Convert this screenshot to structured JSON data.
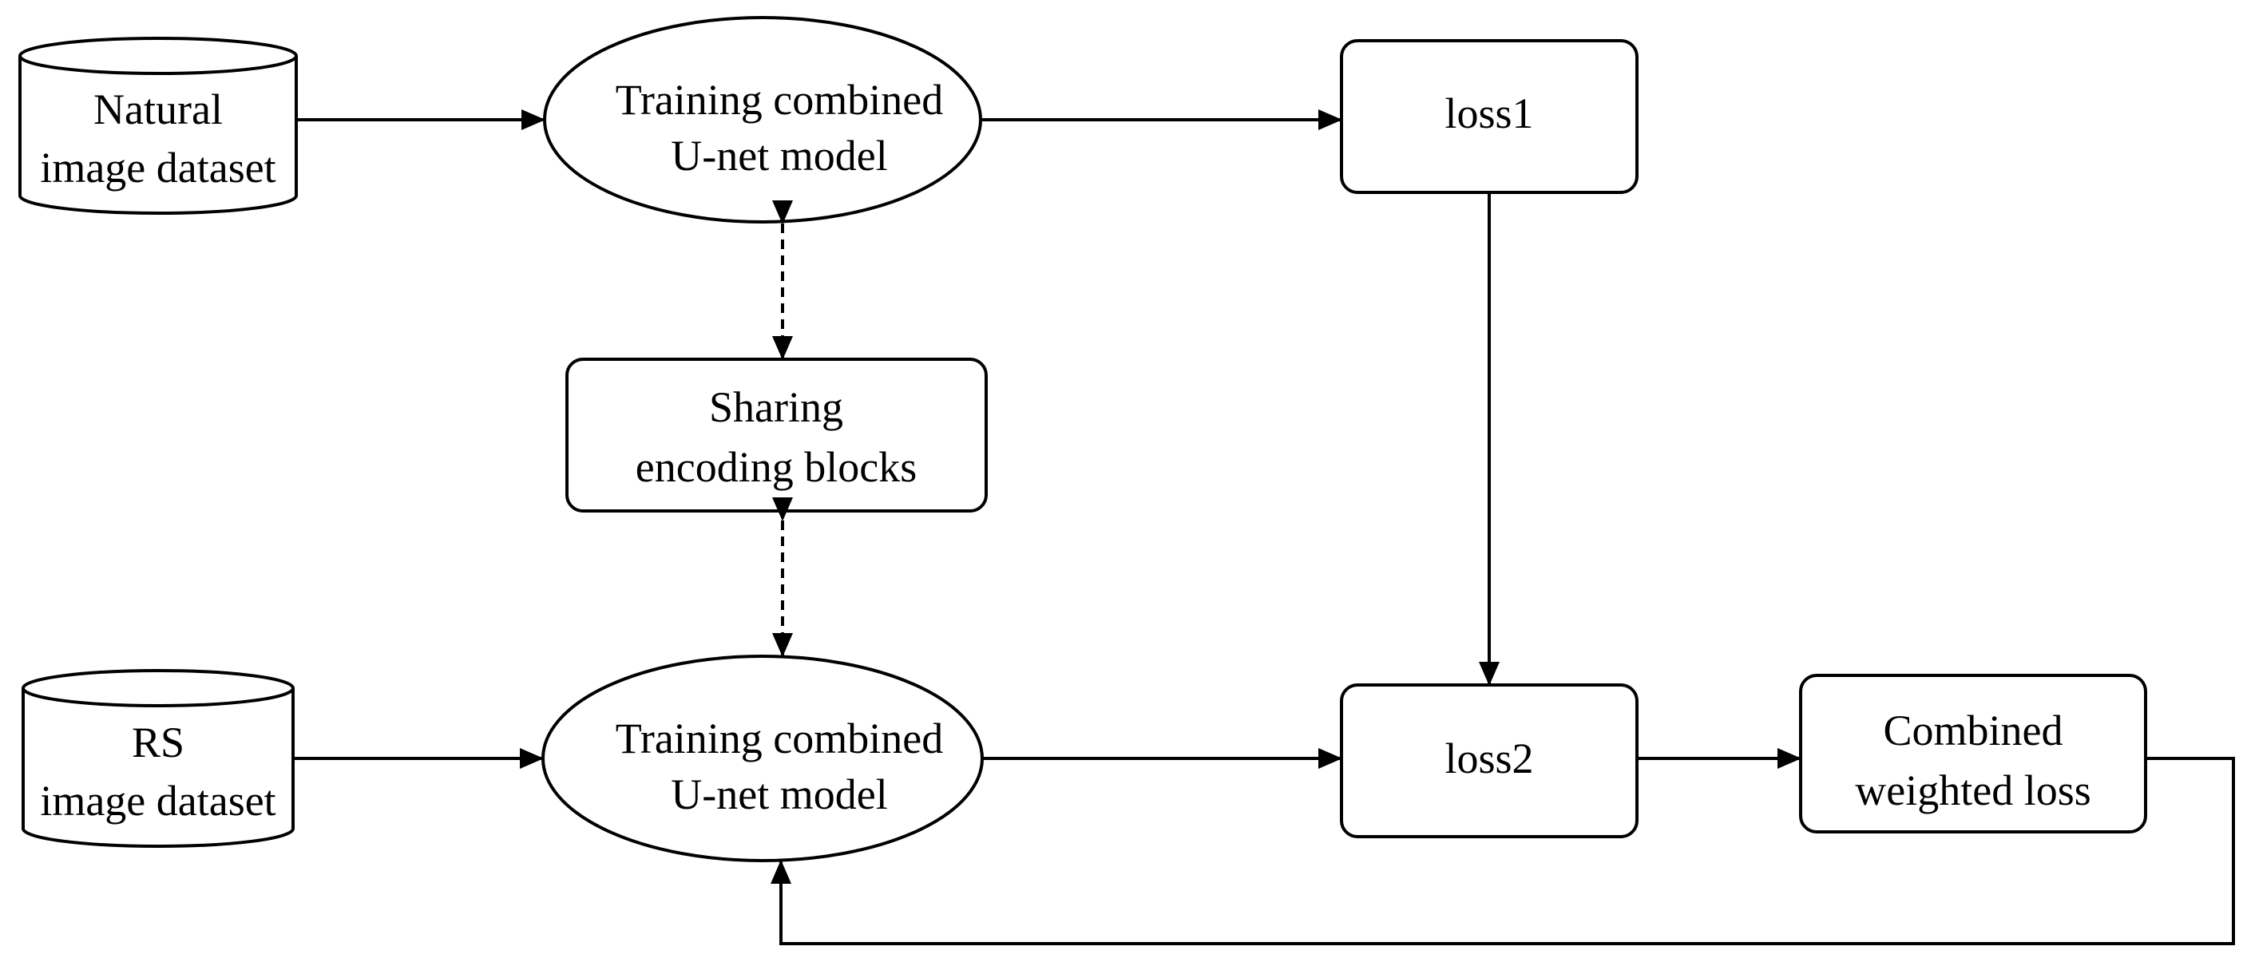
{
  "colors": {
    "stroke": "#000000",
    "background": "#ffffff"
  },
  "nodes": {
    "natural_dataset": {
      "line1": "Natural",
      "line2": "image dataset"
    },
    "training_top": {
      "line1": "Training combined",
      "line2": "U-net model"
    },
    "loss1": {
      "label": "loss1"
    },
    "sharing": {
      "line1": "Sharing",
      "line2": "encoding blocks"
    },
    "rs_dataset": {
      "line1": "RS",
      "line2": "image dataset"
    },
    "training_bottom": {
      "line1": "Training combined",
      "line2": "U-net model"
    },
    "loss2": {
      "label": "loss2"
    },
    "combined_loss": {
      "line1": "Combined",
      "line2": "weighted loss"
    }
  }
}
